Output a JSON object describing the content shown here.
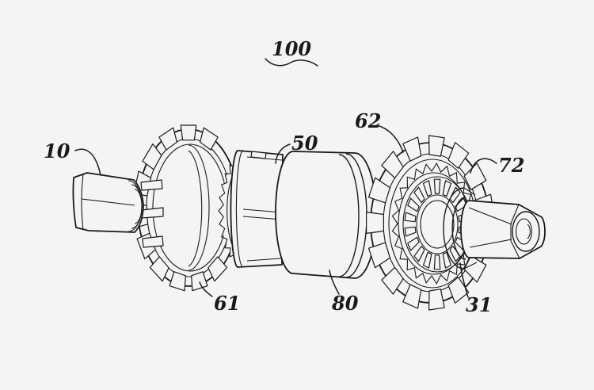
{
  "figure": {
    "type": "patent-line-drawing",
    "subject": "bottom-bracket-assembly-exploded-perspective",
    "labels": {
      "l100": "100",
      "l10": "10",
      "l50": "50",
      "l62": "62",
      "l72": "72",
      "l61": "61",
      "l80": "80",
      "l31": "31"
    },
    "colors": {
      "ink": "#1a1a1a",
      "background": "#f4f4f5"
    }
  }
}
